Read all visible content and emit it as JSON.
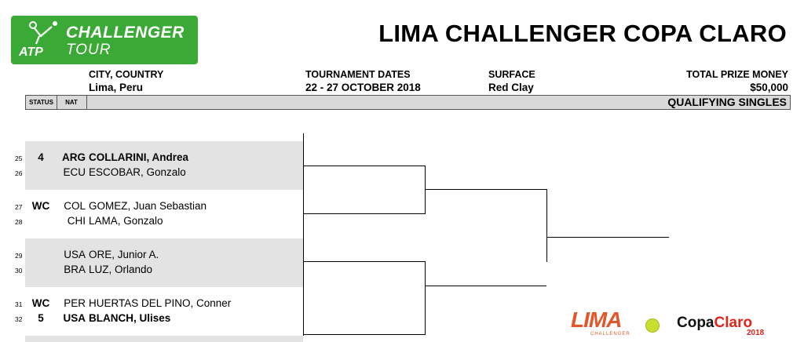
{
  "logo": {
    "atp": "ATP",
    "line1": "CHALLENGER",
    "line2": "TOUR"
  },
  "title": "LIMA CHALLENGER COPA CLARO",
  "info": {
    "city_label": "CITY, COUNTRY",
    "city_value": "Lima, Peru",
    "dates_label": "TOURNAMENT DATES",
    "dates_value": "22 - 27 OCTOBER 2018",
    "surface_label": "SURFACE",
    "surface_value": "Red Clay",
    "prize_label": "TOTAL PRIZE MONEY",
    "prize_value": "$50,000"
  },
  "header": {
    "status": "STATUS",
    "nat": "NAT",
    "section": "QUALIFYING SINGLES"
  },
  "draw": [
    {
      "line": "25",
      "seed": "4",
      "nat": "ARG",
      "name": "COLLARINI, Andrea",
      "seeded": true
    },
    {
      "line": "26",
      "seed": "",
      "nat": "ECU",
      "name": "ESCOBAR, Gonzalo",
      "seeded": false
    },
    {
      "line": "27",
      "seed": "WC",
      "nat": "COL",
      "name": "GOMEZ, Juan Sebastian",
      "seeded": false
    },
    {
      "line": "28",
      "seed": "",
      "nat": "CHI",
      "name": "LAMA, Gonzalo",
      "seeded": false
    },
    {
      "line": "29",
      "seed": "",
      "nat": "USA",
      "name": "ORE, Junior A.",
      "seeded": false
    },
    {
      "line": "30",
      "seed": "",
      "nat": "BRA",
      "name": "LUZ, Orlando",
      "seeded": false
    },
    {
      "line": "31",
      "seed": "WC",
      "nat": "PER",
      "name": "HUERTAS DEL PINO, Conner",
      "seeded": false
    },
    {
      "line": "32",
      "seed": "5",
      "nat": "USA",
      "name": "BLANCH, Ulises",
      "seeded": true
    }
  ],
  "sponsors": {
    "lima": "LIMA",
    "lima_sub": "CHALLENGER",
    "copa": "Copa",
    "claro": "Claro",
    "year": "2018"
  },
  "colors": {
    "atp_green": "#3aa935",
    "lima_orange": "#e2562a",
    "claro_red": "#e1251b",
    "row_shade": "#e3e3e3"
  }
}
